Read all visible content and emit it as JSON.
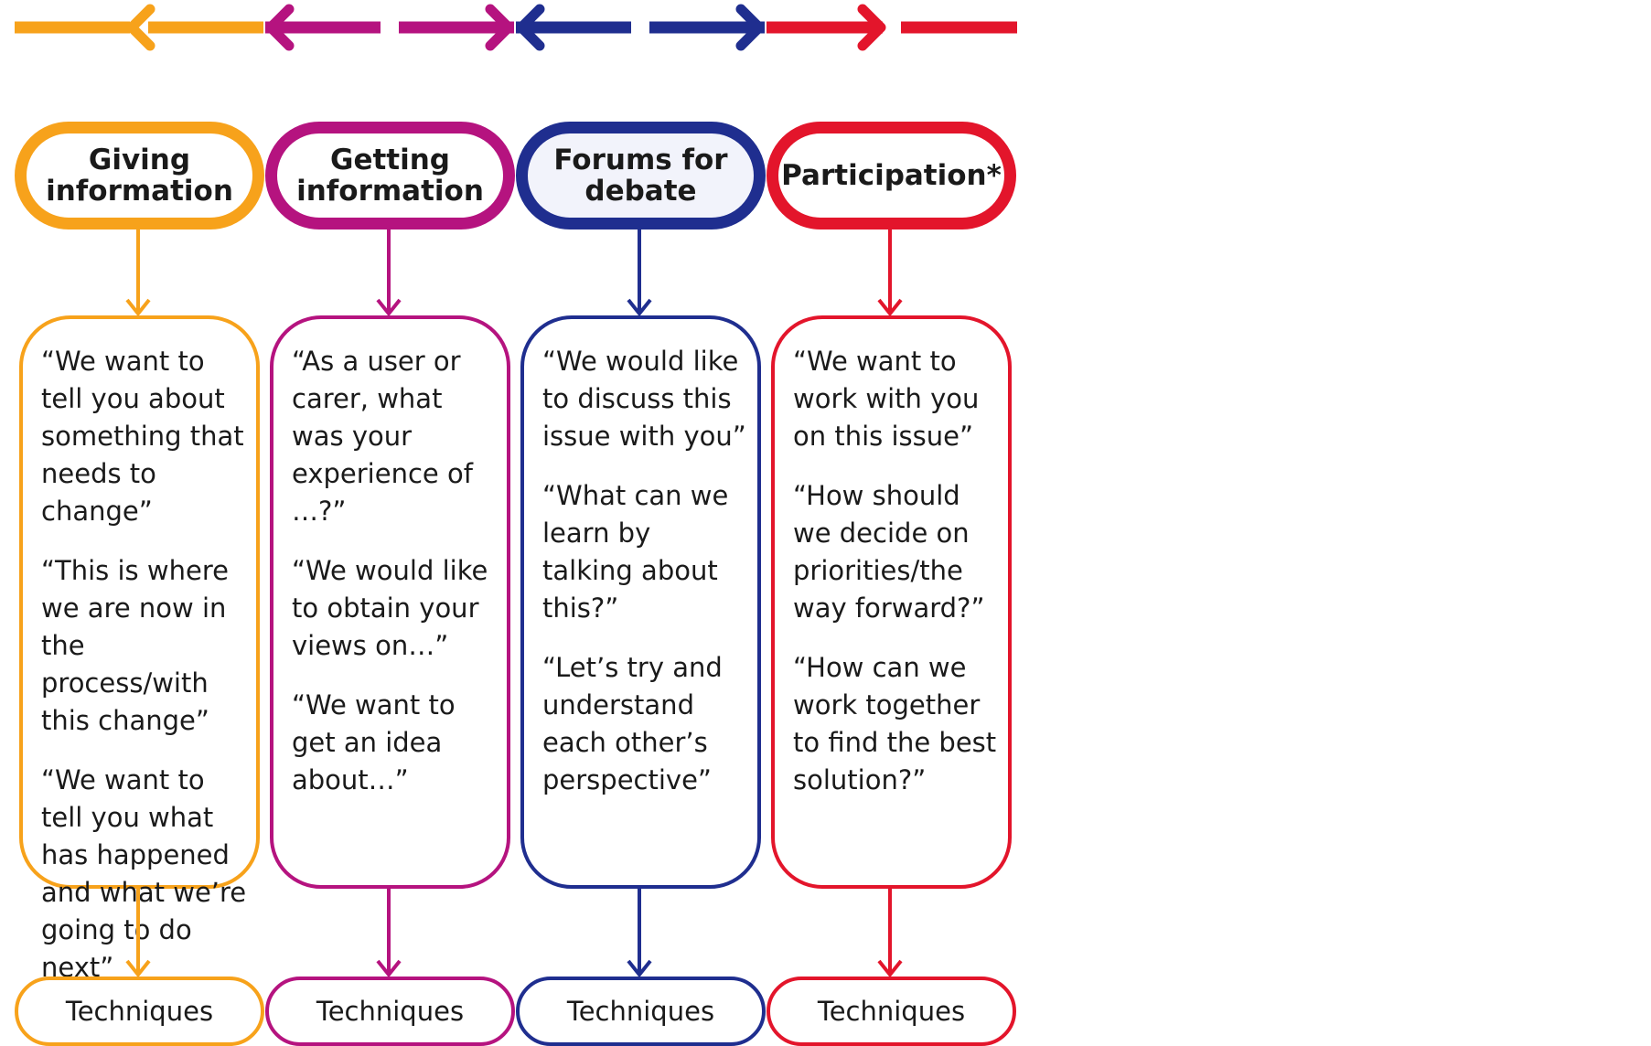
{
  "colors": {
    "orange": "#f7a21b",
    "magenta": "#b5137f",
    "navy": "#1f2e8f",
    "red": "#e3152b"
  },
  "top_arrows": [
    {
      "color": "orange",
      "direction": "left"
    },
    {
      "color": "magenta",
      "direction": "both"
    },
    {
      "color": "navy",
      "direction": "both"
    },
    {
      "color": "red",
      "direction": "right"
    }
  ],
  "columns": [
    {
      "color": "orange",
      "header": "Giving\ninformation",
      "quotes": [
        "“We want to tell you about something that needs to change”",
        "“This is where we are now in the process/with this change”",
        "“We want to tell you what has happened and what we’re going to do next”"
      ],
      "footer": "Techniques"
    },
    {
      "color": "magenta",
      "header": "Getting\ninformation",
      "quotes": [
        "“As a user or carer, what was your experience of …?”",
        "“We would like to obtain your views on…”",
        "“We want to get an idea about…”"
      ],
      "footer": "Techniques"
    },
    {
      "color": "navy",
      "header": "Forums for\ndebate",
      "quotes": [
        "“We would like to discuss this issue with you”",
        "“What can we learn by talking about this?”",
        "“Let’s try and understand each other’s perspective”"
      ],
      "footer": "Techniques"
    },
    {
      "color": "red",
      "header": "Participation*",
      "quotes": [
        "“We want to work with you on this issue”",
        "“How should we decide on priorities/the way forward?”",
        "“How can we work together to find the best solution?”"
      ],
      "footer": "Techniques"
    }
  ]
}
